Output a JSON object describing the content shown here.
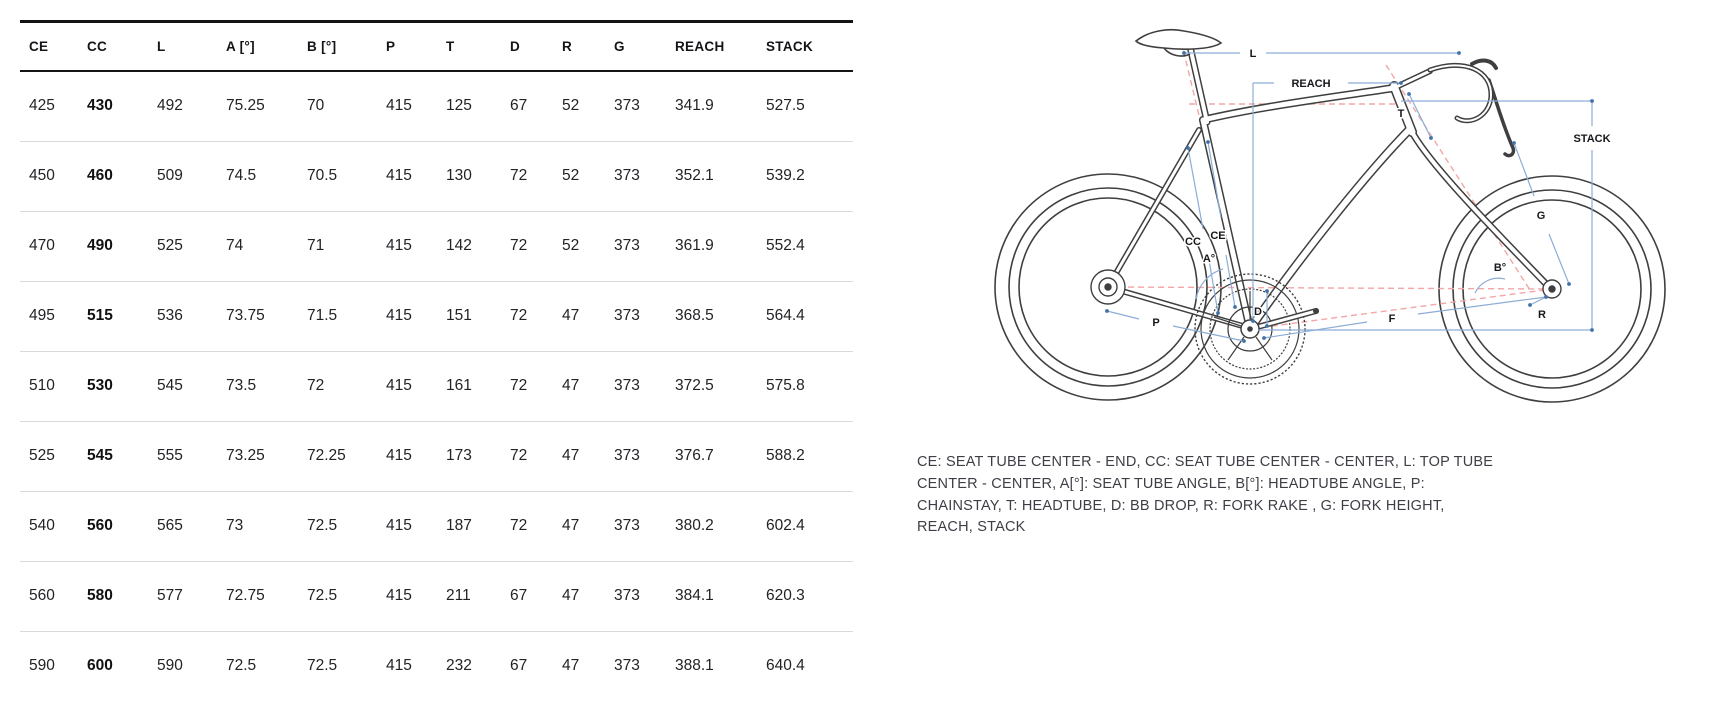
{
  "table": {
    "columns": [
      "CE",
      "CC",
      "L",
      "A [°]",
      "B [°]",
      "P",
      "T",
      "D",
      "R",
      "G",
      "REACH",
      "STACK"
    ],
    "rows": [
      [
        "425",
        "430",
        "492",
        "75.25",
        "70",
        "415",
        "125",
        "67",
        "52",
        "373",
        "341.9",
        "527.5"
      ],
      [
        "450",
        "460",
        "509",
        "74.5",
        "70.5",
        "415",
        "130",
        "72",
        "52",
        "373",
        "352.1",
        "539.2"
      ],
      [
        "470",
        "490",
        "525",
        "74",
        "71",
        "415",
        "142",
        "72",
        "52",
        "373",
        "361.9",
        "552.4"
      ],
      [
        "495",
        "515",
        "536",
        "73.75",
        "71.5",
        "415",
        "151",
        "72",
        "47",
        "373",
        "368.5",
        "564.4"
      ],
      [
        "510",
        "530",
        "545",
        "73.5",
        "72",
        "415",
        "161",
        "72",
        "47",
        "373",
        "372.5",
        "575.8"
      ],
      [
        "525",
        "545",
        "555",
        "73.25",
        "72.25",
        "415",
        "173",
        "72",
        "47",
        "373",
        "376.7",
        "588.2"
      ],
      [
        "540",
        "560",
        "565",
        "73",
        "72.5",
        "415",
        "187",
        "72",
        "47",
        "373",
        "380.2",
        "602.4"
      ],
      [
        "560",
        "580",
        "577",
        "72.75",
        "72.5",
        "415",
        "211",
        "67",
        "47",
        "373",
        "384.1",
        "620.3"
      ],
      [
        "590",
        "600",
        "590",
        "72.5",
        "72.5",
        "415",
        "232",
        "67",
        "47",
        "373",
        "388.1",
        "640.4"
      ]
    ],
    "bold_column": "CC"
  },
  "diagram": {
    "labels": {
      "l": "L",
      "reach": "REACH",
      "t": "T",
      "stack": "STACK",
      "g": "G",
      "cc": "CC",
      "ce": "CE",
      "a_angle": "A°",
      "b_angle": "B°",
      "d": "D",
      "r": "R",
      "p": "P",
      "f": "F"
    },
    "colors": {
      "annotation_blue": "#8cadd6",
      "annotation_dot": "#4273a8",
      "reference_dashed_red": "#f4a6a6",
      "frame_line": "#3f3f3f"
    }
  },
  "legend": {
    "text": "CE: SEAT TUBE CENTER - END, CC: SEAT TUBE CENTER - CENTER, L: TOP TUBE CENTER - CENTER, A[°]: SEAT TUBE ANGLE, B[°]: HEADTUBE ANGLE, P: CHAINSTAY, T: HEADTUBE, D: BB DROP, R: FORK RAKE , G: FORK HEIGHT, REACH, STACK"
  }
}
